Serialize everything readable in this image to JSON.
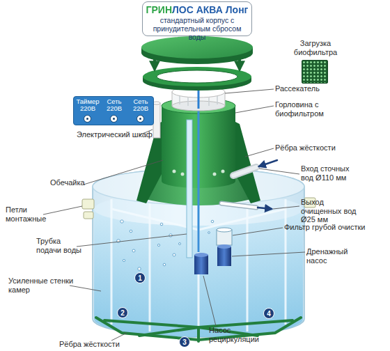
{
  "diagram": {
    "nodes": [
      {
        "text": [
          "ГРИНЛОС АКВА Лонг",
          "стандартный корпус с принудительным сбросом воды"
        ]
      },
      {
        "text": [
          "Загрузка биофильтра"
        ]
      },
      {
        "text": [
          "Таймер 220В",
          "Сеть 220В",
          "Сеть 220В"
        ]
      },
      {
        "text": [
          "1"
        ]
      },
      {
        "text": [
          "2"
        ]
      },
      {
        "text": [
          "3"
        ]
      },
      {
        "text": [
          "4"
        ]
      }
    ],
    "labels": [
      "Рассекатель",
      "Горловина с биофильтром",
      "Электрический шкаф",
      "Рёбра жёсткости",
      "Обечайка",
      "Вход сточных вод Ø110 мм",
      "Петли монтажные",
      "Выход очищенных вод Ø25 мм",
      "Фильтр грубой очистки",
      "Трубка подачи воды",
      "Дренажный насос",
      "Усиленные стенки камер",
      "Насос рециркуляции",
      "Рёбра жёсткости"
    ]
  }
}
